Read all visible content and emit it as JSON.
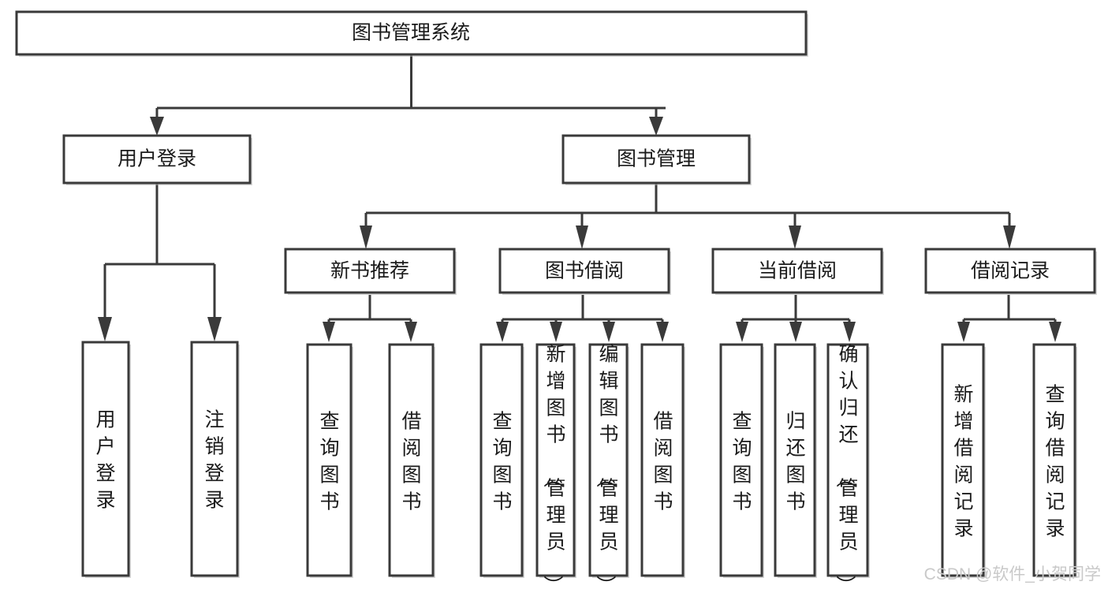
{
  "diagram": {
    "type": "hierarchy-tree",
    "title": "图书管理系统",
    "orientation": "top-down",
    "levels": 4,
    "root": {
      "id": "root",
      "label": "图书管理系统",
      "text_orientation": "horizontal"
    },
    "level2": [
      {
        "id": "user-login",
        "label": "用户登录",
        "text_orientation": "horizontal"
      },
      {
        "id": "book-management",
        "label": "图书管理",
        "text_orientation": "horizontal"
      }
    ],
    "level3": [
      {
        "id": "new-book-recommend",
        "label": "新书推荐",
        "parent": "book-management",
        "text_orientation": "horizontal"
      },
      {
        "id": "book-borrow",
        "label": "图书借阅",
        "parent": "book-management",
        "text_orientation": "horizontal"
      },
      {
        "id": "current-borrow",
        "label": "当前借阅",
        "parent": "book-management",
        "text_orientation": "horizontal"
      },
      {
        "id": "borrow-record",
        "label": "借阅记录",
        "parent": "book-management",
        "text_orientation": "horizontal"
      }
    ],
    "leaves": [
      {
        "id": "leaf-user-login",
        "label": "用户登录",
        "parent": "user-login",
        "text_orientation": "vertical"
      },
      {
        "id": "leaf-logout-login",
        "label": "注销登录",
        "parent": "user-login",
        "text_orientation": "vertical"
      },
      {
        "id": "leaf-query-book-1",
        "label": "查询图书",
        "parent": "new-book-recommend",
        "text_orientation": "vertical"
      },
      {
        "id": "leaf-borrow-book-1",
        "label": "借阅图书",
        "parent": "new-book-recommend",
        "text_orientation": "vertical"
      },
      {
        "id": "leaf-query-book-2",
        "label": "查询图书",
        "parent": "book-borrow",
        "text_orientation": "vertical"
      },
      {
        "id": "leaf-add-book-admin",
        "label": "新增图书（管理员）",
        "parent": "book-borrow",
        "text_orientation": "vertical"
      },
      {
        "id": "leaf-edit-book-admin",
        "label": "编辑图书（管理员）",
        "parent": "book-borrow",
        "text_orientation": "vertical"
      },
      {
        "id": "leaf-borrow-book-2",
        "label": "借阅图书",
        "parent": "book-borrow",
        "text_orientation": "vertical"
      },
      {
        "id": "leaf-query-book-3",
        "label": "查询图书",
        "parent": "current-borrow",
        "text_orientation": "vertical"
      },
      {
        "id": "leaf-return-book",
        "label": "归还图书",
        "parent": "current-borrow",
        "text_orientation": "vertical"
      },
      {
        "id": "leaf-confirm-return-admin",
        "label": "确认归还（管理员）",
        "parent": "current-borrow",
        "text_orientation": "vertical"
      },
      {
        "id": "leaf-add-borrow-record",
        "label": "新增借阅记录",
        "parent": "borrow-record",
        "text_orientation": "vertical"
      },
      {
        "id": "leaf-query-borrow-record",
        "label": "查询借阅记录",
        "parent": "borrow-record",
        "text_orientation": "vertical"
      }
    ],
    "colors": {
      "box_fill": "#ffffff",
      "box_stroke": "#3a3a3a",
      "connector": "#3a3a3a",
      "text": "#1a1a1a",
      "background": "#ffffff",
      "watermark": "#c9c9c9"
    }
  },
  "watermark": {
    "text": "CSDN @软件_小贺同学"
  }
}
